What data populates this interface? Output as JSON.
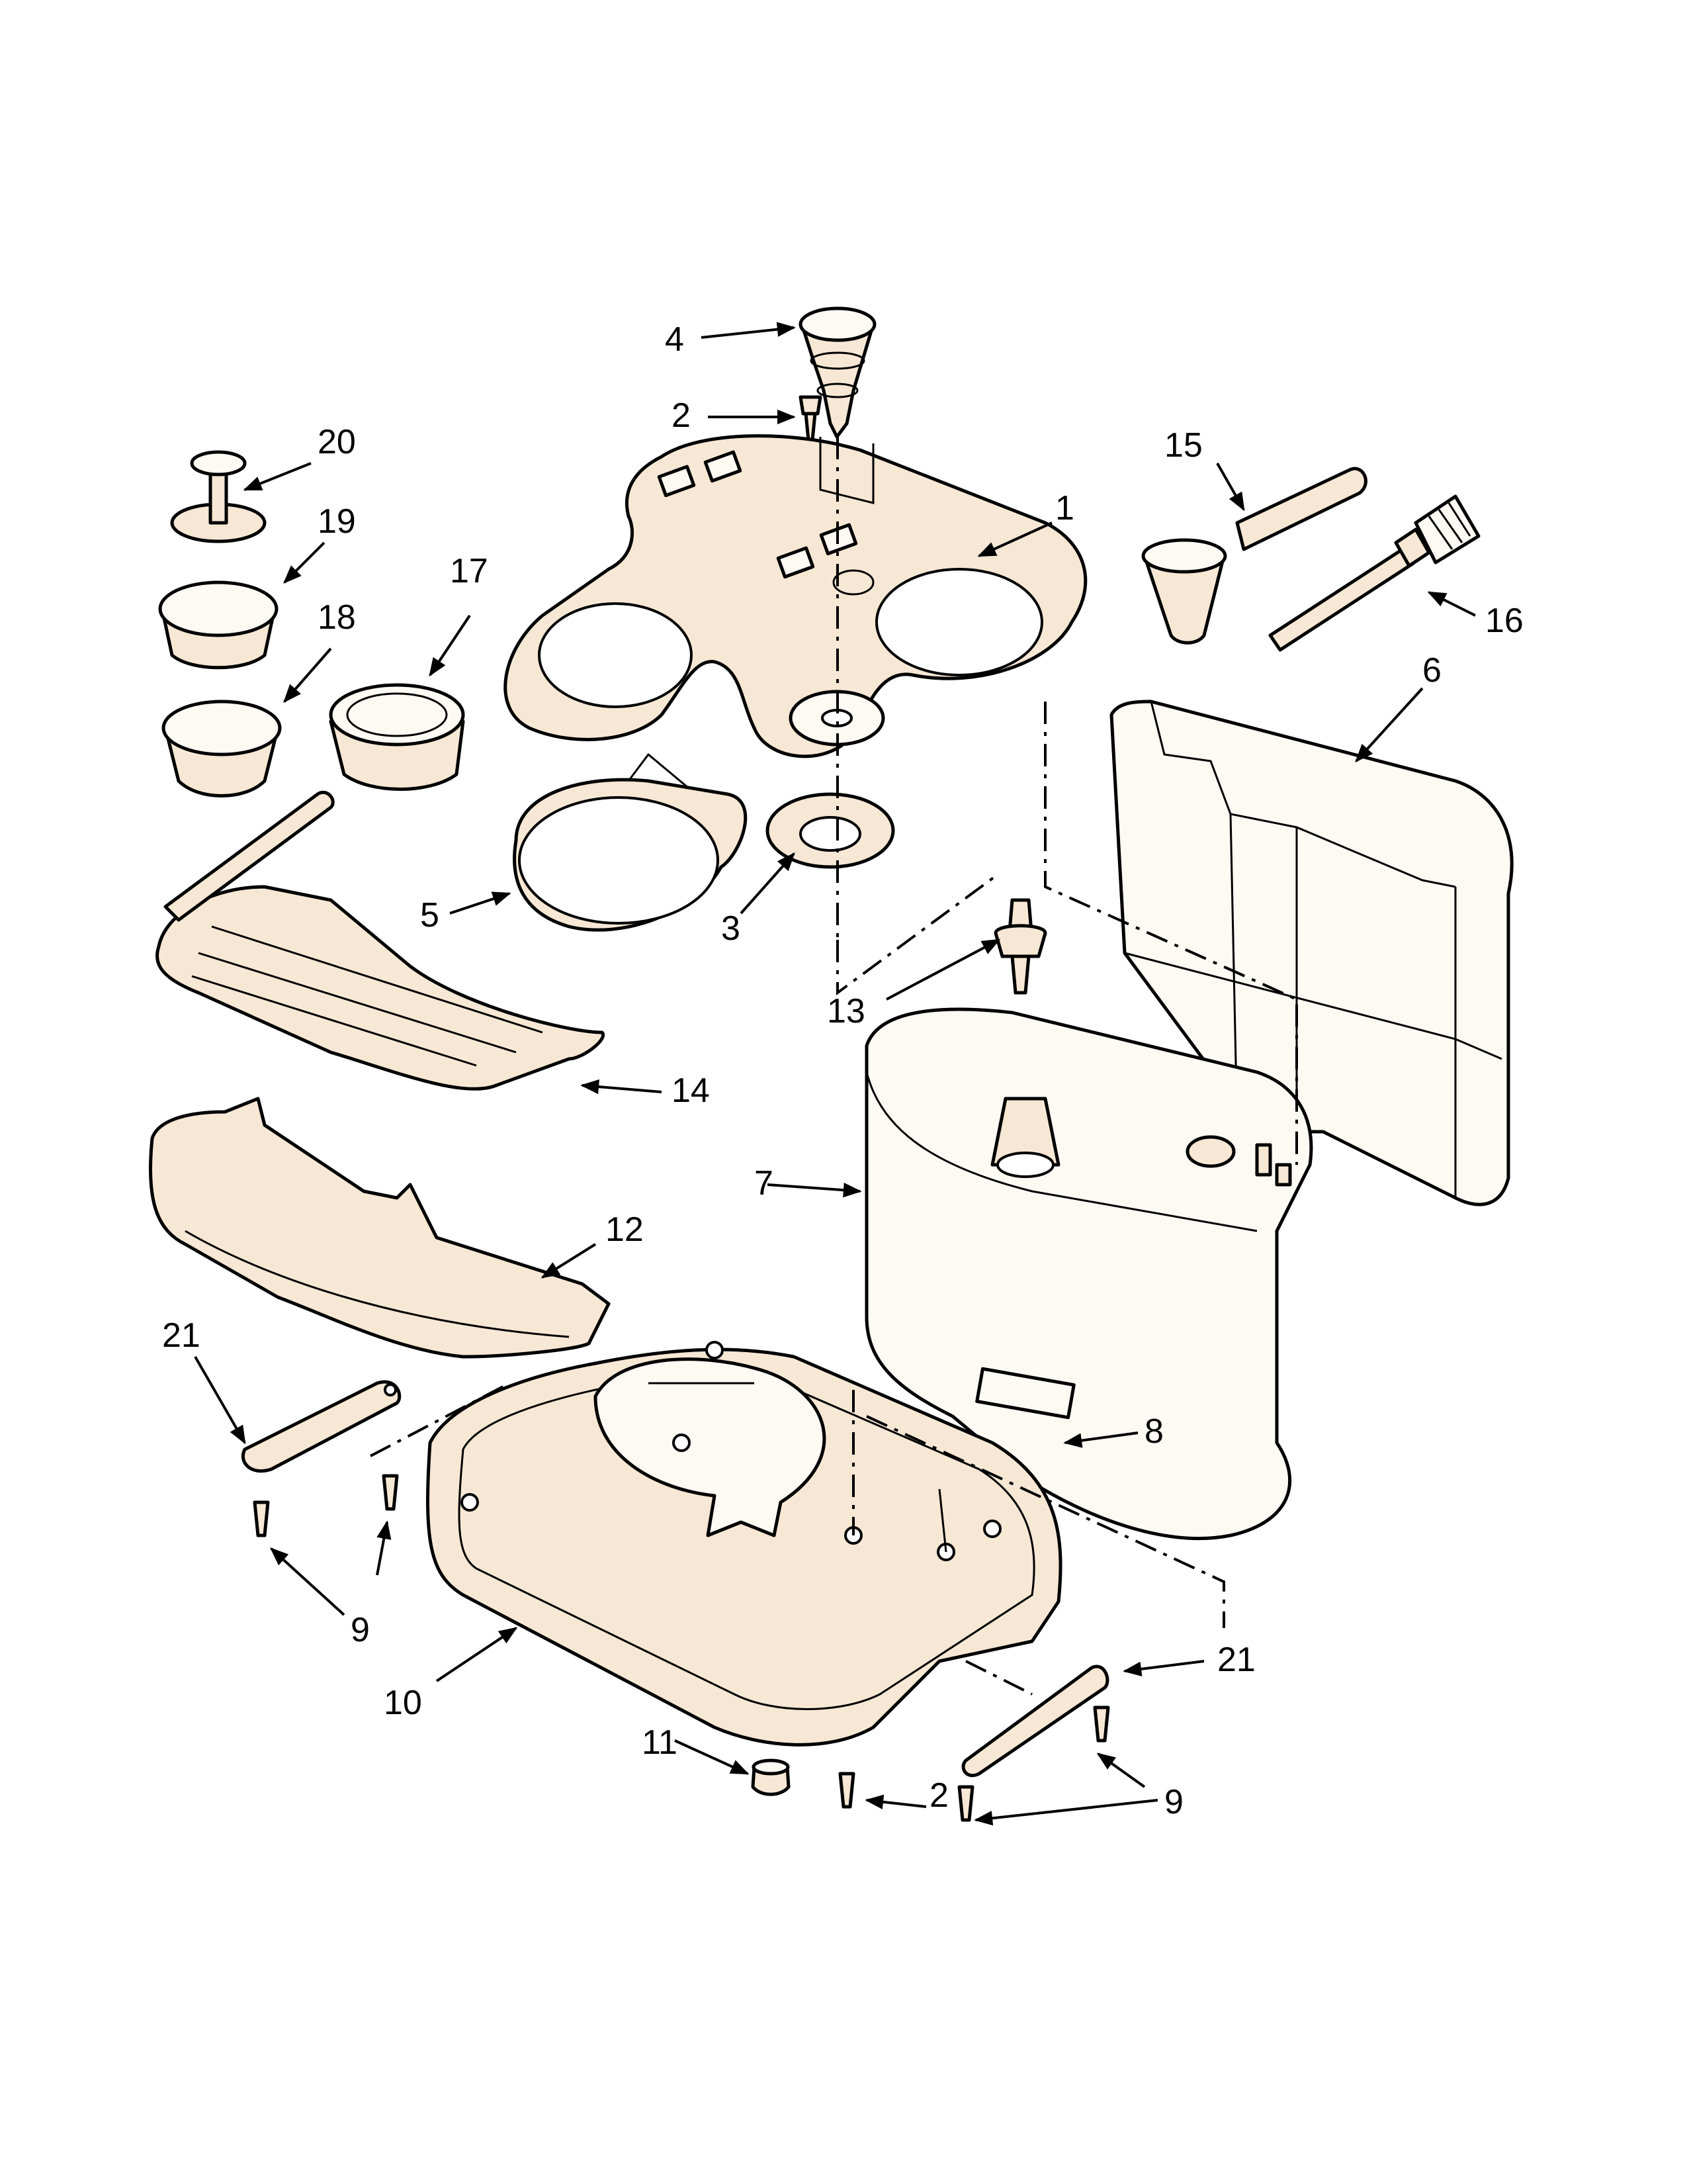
{
  "callouts": [
    {
      "id": "c1",
      "label": "1"
    },
    {
      "id": "c2a",
      "label": "2"
    },
    {
      "id": "c2b",
      "label": "2"
    },
    {
      "id": "c3",
      "label": "3"
    },
    {
      "id": "c4",
      "label": "4"
    },
    {
      "id": "c5",
      "label": "5"
    },
    {
      "id": "c6",
      "label": "6"
    },
    {
      "id": "c7",
      "label": "7"
    },
    {
      "id": "c8",
      "label": "8"
    },
    {
      "id": "c9a",
      "label": "9"
    },
    {
      "id": "c9b",
      "label": "9"
    },
    {
      "id": "c10",
      "label": "10"
    },
    {
      "id": "c11",
      "label": "11"
    },
    {
      "id": "c12",
      "label": "12"
    },
    {
      "id": "c13",
      "label": "13"
    },
    {
      "id": "c14",
      "label": "14"
    },
    {
      "id": "c15",
      "label": "15"
    },
    {
      "id": "c16",
      "label": "16"
    },
    {
      "id": "c17",
      "label": "17"
    },
    {
      "id": "c18",
      "label": "18"
    },
    {
      "id": "c19",
      "label": "19"
    },
    {
      "id": "c20",
      "label": "20"
    },
    {
      "id": "c21a",
      "label": "21"
    },
    {
      "id": "c21b",
      "label": "21"
    }
  ]
}
